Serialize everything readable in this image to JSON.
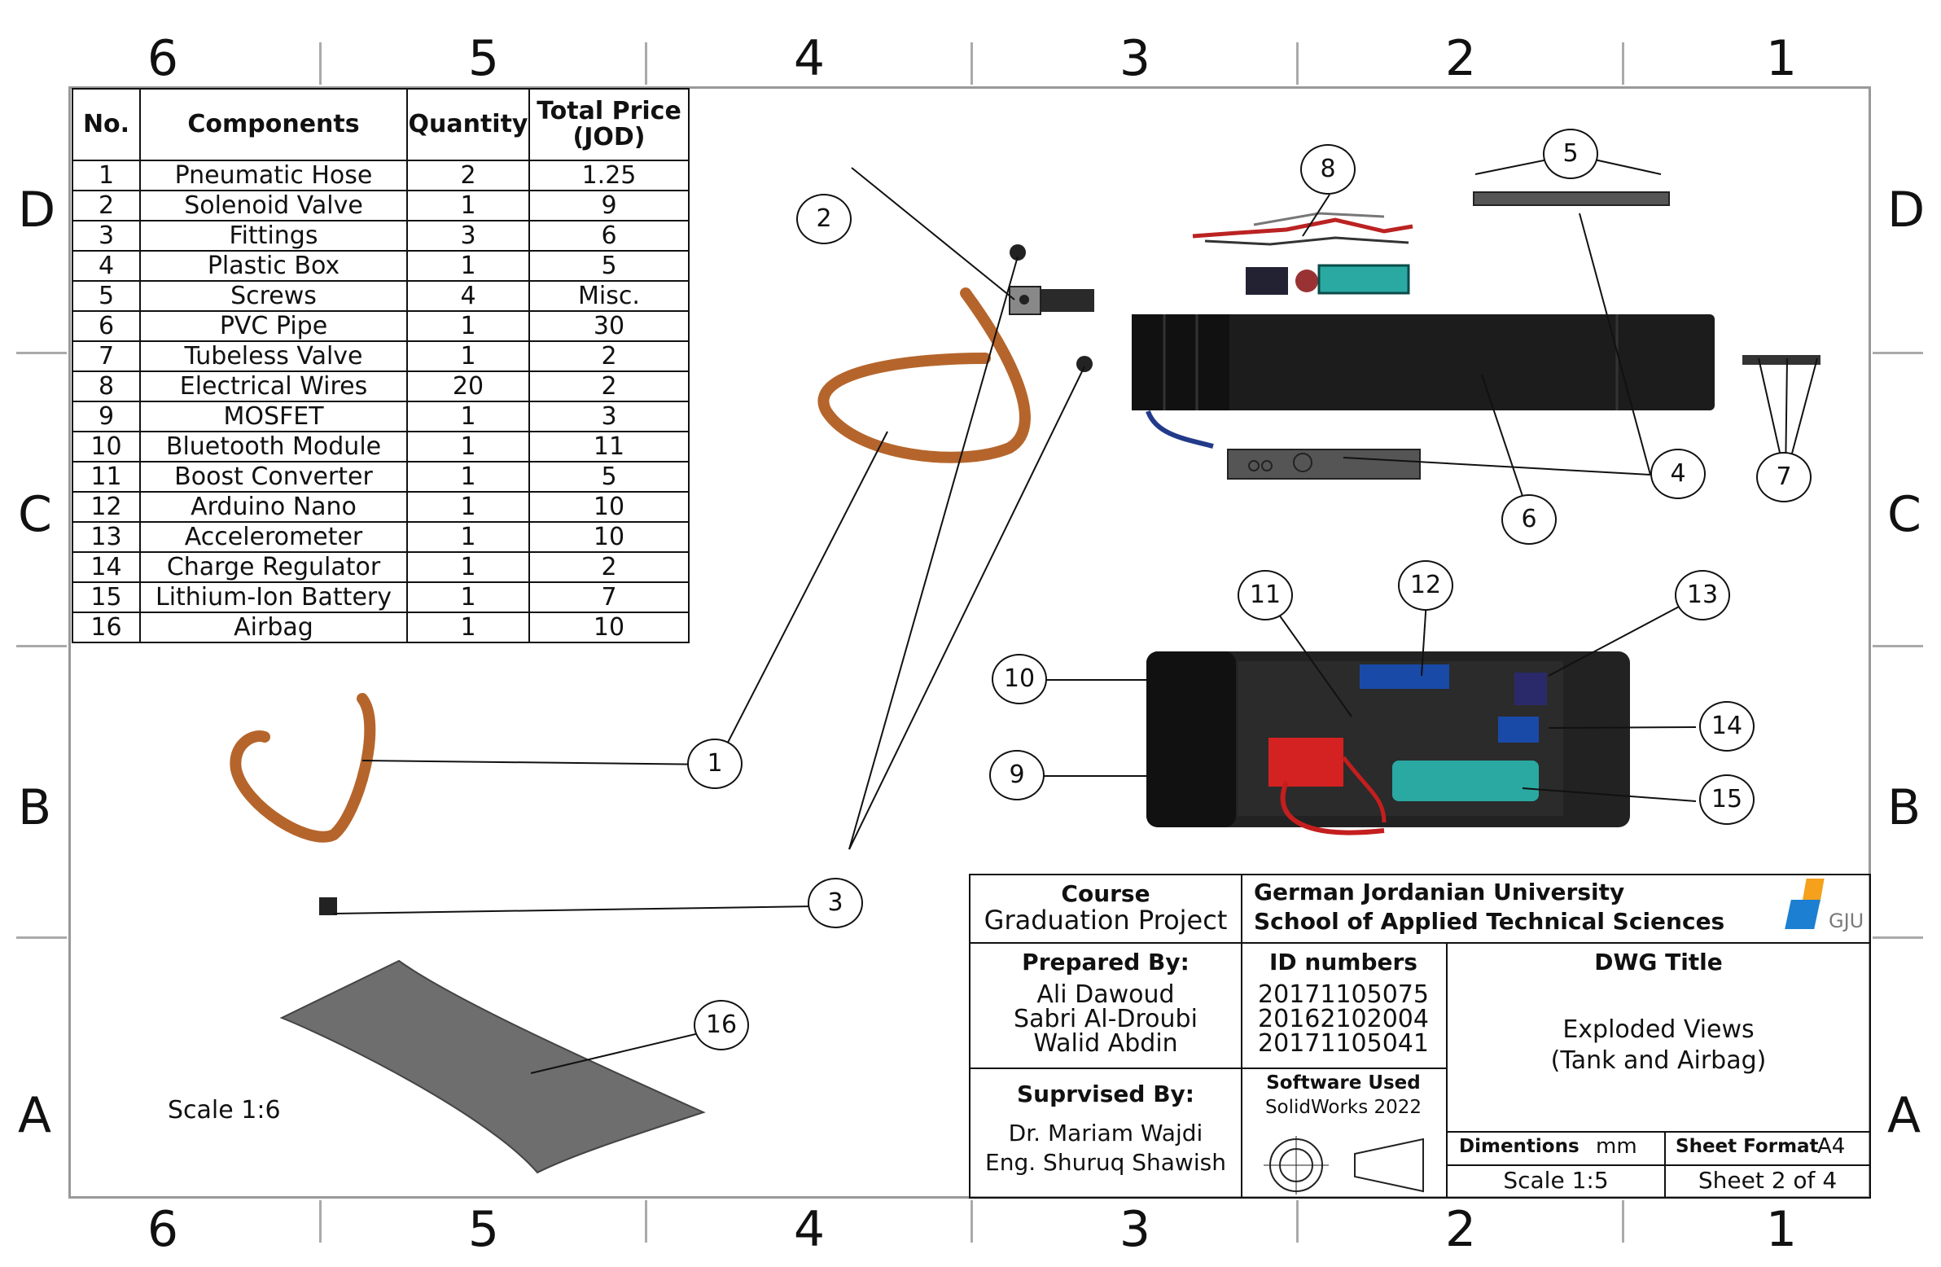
{
  "zones": {
    "columns": [
      "6",
      "5",
      "4",
      "3",
      "2",
      "1"
    ],
    "rows": [
      "D",
      "C",
      "B",
      "A"
    ]
  },
  "bom": {
    "headers": [
      "No.",
      "Components",
      "Quantity",
      "Total Price",
      "(JOD)"
    ],
    "rows": [
      [
        "1",
        "Pneumatic Hose",
        "2",
        "1.25"
      ],
      [
        "2",
        "Solenoid Valve",
        "1",
        "9"
      ],
      [
        "3",
        "Fittings",
        "3",
        "6"
      ],
      [
        "4",
        "Plastic Box",
        "1",
        "5"
      ],
      [
        "5",
        "Screws",
        "4",
        "Misc."
      ],
      [
        "6",
        "PVC Pipe",
        "1",
        "30"
      ],
      [
        "7",
        "Tubeless Valve",
        "1",
        "2"
      ],
      [
        "8",
        "Electrical Wires",
        "20",
        "2"
      ],
      [
        "9",
        "MOSFET",
        "1",
        "3"
      ],
      [
        "10",
        "Bluetooth Module",
        "1",
        "11"
      ],
      [
        "11",
        "Boost Converter",
        "1",
        "5"
      ],
      [
        "12",
        "Arduino Nano",
        "1",
        "10"
      ],
      [
        "13",
        "Accelerometer",
        "1",
        "10"
      ],
      [
        "14",
        "Charge Regulator",
        "1",
        "2"
      ],
      [
        "15",
        "Lithium-Ion Battery",
        "1",
        "7"
      ],
      [
        "16",
        "Airbag",
        "1",
        "10"
      ]
    ]
  },
  "balloons": [
    "1",
    "2",
    "3",
    "4",
    "5",
    "6",
    "7",
    "8",
    "9",
    "10",
    "11",
    "12",
    "13",
    "14",
    "15",
    "16"
  ],
  "scale_note": "Scale 1:6",
  "title_block": {
    "course_label": "Course",
    "course_value": "Graduation Project",
    "university": "German Jordanian University",
    "school": "School of Applied Technical Sciences",
    "logo_text": "GJU",
    "prepared_label": "Prepared By:",
    "prepared_names": [
      "Ali Dawoud",
      "Sabri Al-Droubi",
      "Walid Abdin"
    ],
    "id_label": "ID numbers",
    "id_values": [
      "20171105075",
      "20162102004",
      "20171105041"
    ],
    "dwg_label": "DWG Title",
    "dwg_title_1": "Exploded Views",
    "dwg_title_2": "(Tank and Airbag)",
    "supervised_label": "Suprvised By:",
    "supervisors": [
      "Dr. Mariam Wajdi",
      "Eng. Shuruq Shawish"
    ],
    "software_label": "Software Used",
    "software_value": "SolidWorks 2022",
    "dimensions_label": "Dimentions",
    "dimensions_unit": "mm",
    "sheet_format_label": "Sheet Format",
    "sheet_format_value": "A4",
    "scale": "Scale 1:5",
    "sheet": "Sheet 2 of 4"
  },
  "colors": {
    "hose": "#b5652b",
    "tank": "#1c1c1c",
    "airbag": "#6e6e6e",
    "battery": "#2aa9a3",
    "board_red": "#d42222",
    "logo_blue": "#1c7fd1",
    "logo_orange": "#f5a11b"
  }
}
